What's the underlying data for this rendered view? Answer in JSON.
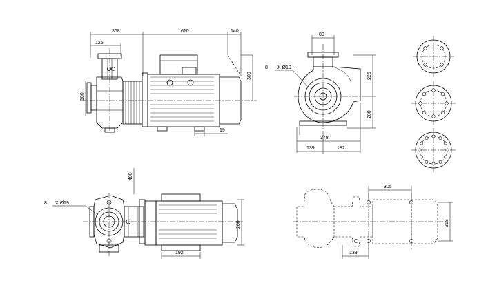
{
  "views": {
    "side": {
      "dims": {
        "d368": "368",
        "d610": "610",
        "d140": "140",
        "d125": "125",
        "d100": "100",
        "d300": "300",
        "d19": "19"
      }
    },
    "front": {
      "dims": {
        "d80": "80",
        "d225": "225",
        "d200": "200",
        "d378": "378",
        "d139": "139",
        "d182": "182"
      },
      "holes_label_count": "8",
      "holes_label_spec": "X Ø19"
    },
    "plan": {
      "dims": {
        "d400": "400",
        "d260": "260",
        "d192": "192"
      },
      "holes_label_count": "8",
      "holes_label_spec": "X Ø19"
    },
    "footprint": {
      "dims": {
        "d305": "305",
        "d318": "318",
        "d133": "133"
      }
    }
  }
}
